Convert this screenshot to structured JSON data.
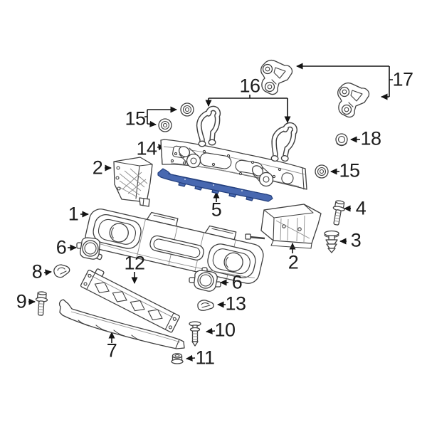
{
  "figure": {
    "kind": "exploded-parts-diagram",
    "subject": "front-bumper-assembly",
    "background": "#ffffff",
    "outline_color": "#3f3f3f",
    "highlight_color": "#4868b0",
    "label_color": "#1c1c1c"
  },
  "callouts": {
    "bumper_cover": {
      "label": "1"
    },
    "bracket_left": {
      "label": "2"
    },
    "bracket_right": {
      "label": "2"
    },
    "rivet": {
      "label": "3"
    },
    "bolt_upper": {
      "label": "4"
    },
    "support_strip": {
      "label": "5"
    },
    "bezel_left": {
      "label": "6"
    },
    "bezel_right": {
      "label": "6"
    },
    "air_dam": {
      "label": "7"
    },
    "clip_left": {
      "label": "8"
    },
    "bolt_lower": {
      "label": "9"
    },
    "push_pin": {
      "label": "10"
    },
    "cap_nut": {
      "label": "11"
    },
    "valance": {
      "label": "12"
    },
    "clip_right": {
      "label": "13"
    },
    "impact_bar": {
      "label": "14"
    },
    "nut_pair_left": {
      "label": "15"
    },
    "nut_right": {
      "label": "15"
    },
    "fork_brackets": {
      "label": "16"
    },
    "tow_brackets": {
      "label": "17"
    },
    "flange_nut": {
      "label": "18"
    }
  }
}
